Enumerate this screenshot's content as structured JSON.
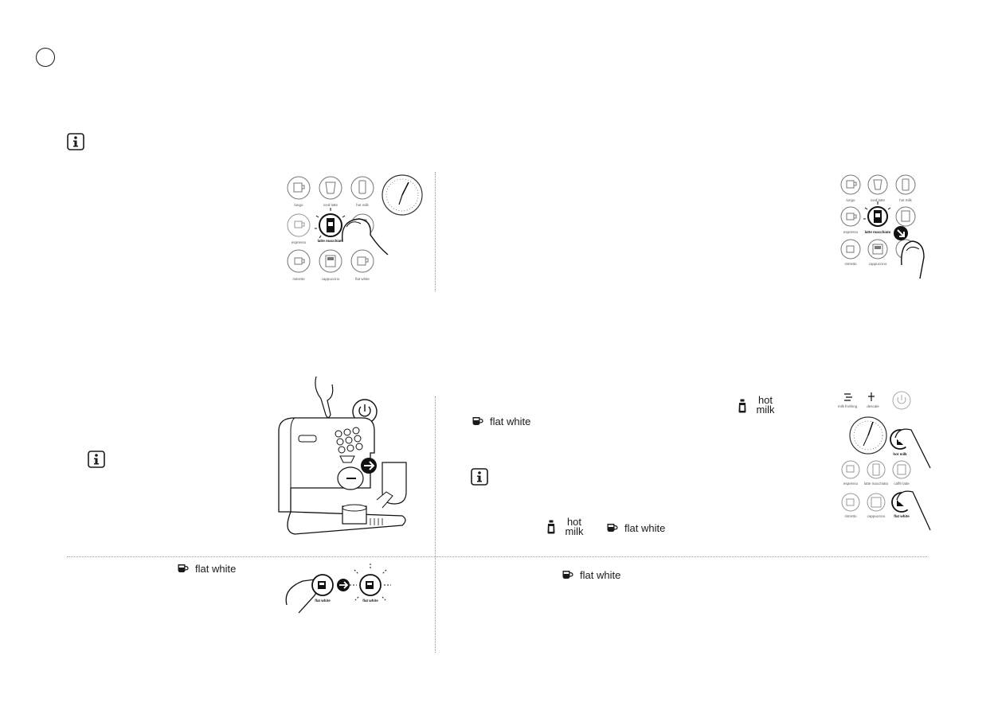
{
  "icons": {
    "info": "info-icon",
    "hot_milk": "milk-bottle-icon",
    "flat_white": "flat-white-cup-icon",
    "arrow": "arrow-right-icon",
    "power": "power-icon"
  },
  "labels": {
    "hot_milk_line1": "hot",
    "hot_milk_line2": "milk",
    "flat_white": "flat white"
  },
  "panel_buttons": {
    "lungo": "lungo",
    "iced_latte": "iced latte",
    "hot_milk": "hot milk",
    "espresso": "espresso",
    "latte_macchiato": "latte macchiato",
    "caffe_latte": "caffè latte",
    "ristretto": "ristretto",
    "cappuccino": "cappuccino",
    "flat_white": "flat white",
    "milk_frothing": "milk frothing",
    "descale": "descale"
  },
  "colors": {
    "ink": "#1a1a1a",
    "divider": "#9a9a9a",
    "caption": "#555555"
  }
}
